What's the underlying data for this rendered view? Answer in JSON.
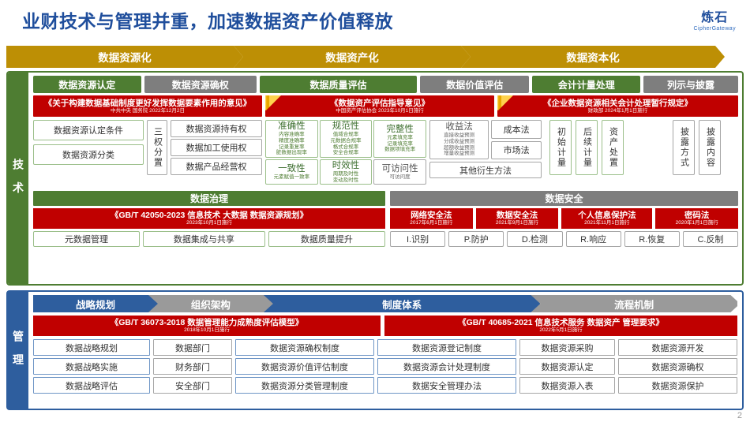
{
  "title": "业财技术与管理并重，加速数据资产价值释放",
  "logo": {
    "mark": "炼石",
    "sub": "CipherGateway"
  },
  "page_number": "2",
  "colors": {
    "title_blue": "#1F4E9C",
    "gold": "#BD8F05",
    "green": "#4E7D32",
    "gray": "#7E7E7E",
    "red": "#C00000",
    "blue": "#2E5E9E"
  },
  "top_chevrons": [
    {
      "label": "数据资源化"
    },
    {
      "label": "数据资产化"
    },
    {
      "label": "数据资本化"
    }
  ],
  "tech": {
    "label": "技 术",
    "categories": [
      {
        "label": "数据资源认定",
        "style": "green"
      },
      {
        "label": "数据资源确权",
        "style": "gray"
      },
      {
        "label": "数据质量评估",
        "style": "green"
      },
      {
        "label": "数据价值评估",
        "style": "gray"
      },
      {
        "label": "会计计量处理",
        "style": "green"
      },
      {
        "label": "列示与披露",
        "style": "gray"
      }
    ],
    "laws": [
      {
        "title": "《关于构建数据基础制度更好发挥数据要素作用的意见》",
        "meta": "中共中央 国务院 2022年12月2日",
        "ribbon": false
      },
      {
        "title": "《数据资产评估指导意见》",
        "meta": "中国资产评估协会 2023年10月1日施行",
        "ribbon": true
      },
      {
        "title": "《企业数据资源相关会计处理暂行规定》",
        "meta": "财政部 2024年1月1日施行",
        "ribbon": true
      }
    ],
    "recognition": [
      {
        "label": "数据资源认定条件"
      },
      {
        "label": "数据资源分类"
      }
    ],
    "rights_vertical": "三权分置",
    "rights": [
      {
        "label": "数据资源持有权"
      },
      {
        "label": "数据加工使用权"
      },
      {
        "label": "数据产品经营权"
      }
    ],
    "quality": [
      {
        "title": "准确性",
        "items": [
          "内容准确率",
          "精度准确率",
          "记录重复率",
          "脏数据出现率"
        ]
      },
      {
        "title": "规范性",
        "items": [
          "值域合规率",
          "元数据合规率",
          "格式合规率",
          "安全合规率"
        ]
      },
      {
        "title": "完整性",
        "items": [
          "元素填充率",
          "记录填充率",
          "数据项填充率"
        ]
      },
      {
        "title": "一致性",
        "items": [
          "元素赋值一致率"
        ]
      },
      {
        "title": "时效性",
        "items": [
          "周期及时性",
          "变动及时性"
        ]
      },
      {
        "title": "可访问性",
        "items": [
          "可访问度"
        ]
      }
    ],
    "value": {
      "income": {
        "title": "收益法",
        "items": [
          "直接收益预测",
          "分成收益预测",
          "超额收益预测",
          "增量收益预测"
        ]
      },
      "cost": "成本法",
      "market": "市场法",
      "other": "其他衍生方法"
    },
    "accounting": [
      "初始计量",
      "后续计量",
      "资产处置"
    ],
    "disclosure": [
      "披露方式",
      "披露内容"
    ],
    "governance": {
      "head": "数据治理",
      "law": {
        "title": "《GB/T 42050-2023 信息技术 大数据 数据资源规划》",
        "meta": "2023年10月1日施行"
      },
      "items": [
        "元数据管理",
        "数据集成与共享",
        "数据质量提升"
      ]
    },
    "security": {
      "head": "数据安全",
      "laws": [
        {
          "title": "网络安全法",
          "meta": "2017年6月1日施行"
        },
        {
          "title": "数据安全法",
          "meta": "2021年9月1日施行"
        },
        {
          "title": "个人信息保护法",
          "meta": "2021年11月1日施行"
        },
        {
          "title": "密码法",
          "meta": "2020年1月1日施行"
        }
      ],
      "items": [
        "I.识别",
        "P.防护",
        "D.检测",
        "R.响应",
        "R.恢复",
        "C.反制"
      ]
    }
  },
  "mgmt": {
    "label": "管 理",
    "chevrons": [
      {
        "label": "战略规划",
        "style": "blue"
      },
      {
        "label": "组织架构",
        "style": "gray"
      },
      {
        "label": "制度体系",
        "style": "blue"
      },
      {
        "label": "流程机制",
        "style": "gray"
      }
    ],
    "laws": [
      {
        "title": "《GB/T 36073-2018 数据管理能力成熟度评估模型》",
        "meta": "2018年10月1日施行"
      },
      {
        "title": "《GB/T 40685-2021 信息技术服务 数据资产 管理要求》",
        "meta": "2022年5月1日施行"
      }
    ],
    "columns": [
      {
        "style": "blue",
        "cells": [
          "数据战略规划",
          "数据战略实施",
          "数据战略评估"
        ]
      },
      {
        "style": "gray",
        "cells": [
          "数据部门",
          "财务部门",
          "安全部门"
        ]
      },
      {
        "style": "blue",
        "cells": [
          "数据资源确权制度",
          "数据资源价值评估制度",
          "数据资源分类管理制度"
        ]
      },
      {
        "style": "blue",
        "cells": [
          "数据资源登记制度",
          "数据资源会计处理制度",
          "数据安全管理办法"
        ]
      },
      {
        "style": "gray",
        "cells": [
          "数据资源采购",
          "数据资源认定",
          "数据资源入表"
        ]
      },
      {
        "style": "gray",
        "cells": [
          "数据资源开发",
          "数据资源确权",
          "数据资源保护"
        ]
      }
    ]
  }
}
